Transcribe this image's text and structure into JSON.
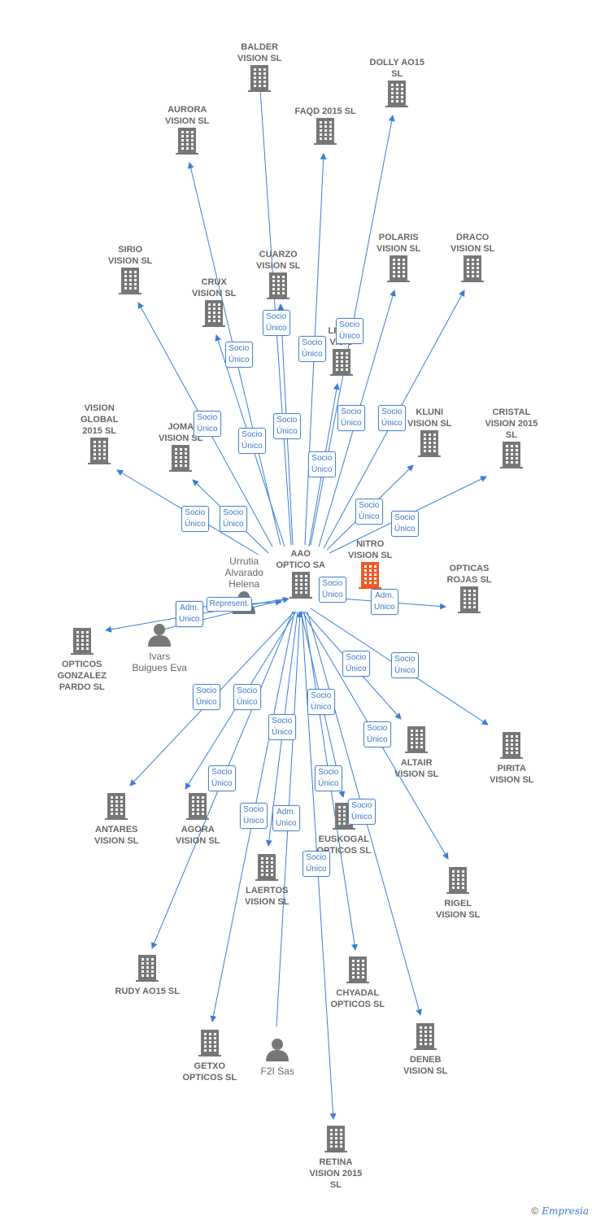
{
  "colors": {
    "edge": "#3b7ed6",
    "company": "#777777",
    "focus": "#f05a28",
    "badge_text": "#3b78c9"
  },
  "nodes": [
    {
      "id": "balder",
      "label": "BALDER\nVISION  SL",
      "type": "company"
    },
    {
      "id": "dolly",
      "label": "DOLLY AO15\nSL",
      "type": "company"
    },
    {
      "id": "aurora",
      "label": "AURORA\nVISION  SL",
      "type": "company"
    },
    {
      "id": "faqd",
      "label": "FAQD 2015  SL",
      "type": "company"
    },
    {
      "id": "sirio",
      "label": "SIRIO\nVISION  SL",
      "type": "company"
    },
    {
      "id": "cuarzo",
      "label": "CUARZO\nVISION  SL",
      "type": "company"
    },
    {
      "id": "polaris",
      "label": "POLARIS\nVISION  SL",
      "type": "company"
    },
    {
      "id": "draco",
      "label": "DRACO\nVISION  SL",
      "type": "company"
    },
    {
      "id": "crux",
      "label": "CRUX\nVISION  SL",
      "type": "company"
    },
    {
      "id": "lince",
      "label": "LINCE\nVISIO",
      "type": "company"
    },
    {
      "id": "vglobal",
      "label": "VISION\nGLOBAL\n2015  SL",
      "type": "company"
    },
    {
      "id": "joma",
      "label": "JOMA\nVISION  SL",
      "type": "company"
    },
    {
      "id": "kluni",
      "label": "KLUNI\nVISION  SL",
      "type": "company"
    },
    {
      "id": "cristal",
      "label": "CRISTAL\nVISION 2015\nSL",
      "type": "company"
    },
    {
      "id": "nitro",
      "label": "NITRO\nVISION  SL",
      "type": "focus"
    },
    {
      "id": "aao",
      "label": "AAO\nOPTICO SA",
      "type": "company"
    },
    {
      "id": "urrutia",
      "label": "Urrutia\nAlvarado\nHelena",
      "type": "person"
    },
    {
      "id": "ivars",
      "label": "Ivars\nBuigues Eva",
      "type": "person"
    },
    {
      "id": "orojas",
      "label": "OPTICAS\nROJAS  SL",
      "type": "company"
    },
    {
      "id": "ogonz",
      "label": "OPTICOS\nGONZALEZ\nPARDO  SL",
      "type": "company"
    },
    {
      "id": "altair",
      "label": "ALTAIR\nVISION  SL",
      "type": "company"
    },
    {
      "id": "pirita",
      "label": "PIRITA\nVISION  SL",
      "type": "company"
    },
    {
      "id": "antares",
      "label": "ANTARES\nVISION  SL",
      "type": "company"
    },
    {
      "id": "agora",
      "label": "AGORA\nVISION  SL",
      "type": "company"
    },
    {
      "id": "euskogal",
      "label": "EUSKOGAL\nOPTICOS  SL",
      "type": "company"
    },
    {
      "id": "laertos",
      "label": "LAERTOS\nVISION  SL",
      "type": "company"
    },
    {
      "id": "rigel",
      "label": "RIGEL\nVISION  SL",
      "type": "company"
    },
    {
      "id": "rudy",
      "label": "RUDY AO15  SL",
      "type": "company"
    },
    {
      "id": "chyadal",
      "label": "CHYADAL\nOPTICOS  SL",
      "type": "company"
    },
    {
      "id": "getxo",
      "label": "GETXO\nOPTICOS  SL",
      "type": "company"
    },
    {
      "id": "f2i",
      "label": "F2I Sas",
      "type": "person"
    },
    {
      "id": "deneb",
      "label": "DENEB\nVISION  SL",
      "type": "company"
    },
    {
      "id": "retina",
      "label": "RETINA\nVISION 2015\nSL",
      "type": "company"
    }
  ],
  "edges": [
    {
      "from": "aao",
      "to": "balder",
      "label": "Socio\nÚnico"
    },
    {
      "from": "aao",
      "to": "dolly",
      "label": "Socio\nÚnico"
    },
    {
      "from": "aao",
      "to": "aurora",
      "label": "Socio\nÚnico"
    },
    {
      "from": "aao",
      "to": "faqd",
      "label": "Socio\nÚnico"
    },
    {
      "from": "aao",
      "to": "sirio",
      "label": "Socio\nÚnico"
    },
    {
      "from": "aao",
      "to": "cuarzo",
      "label": "Socio\nÚnico"
    },
    {
      "from": "aao",
      "to": "polaris",
      "label": "Socio\nÚnico"
    },
    {
      "from": "aao",
      "to": "draco",
      "label": "Socio\nÚnico"
    },
    {
      "from": "aao",
      "to": "crux",
      "label": "Socio\nÚnico"
    },
    {
      "from": "aao",
      "to": "lince",
      "label": "Socio\nÚnico"
    },
    {
      "from": "aao",
      "to": "vglobal",
      "label": "Socio\nÚnico"
    },
    {
      "from": "aao",
      "to": "joma",
      "label": "Socio\nÚnico"
    },
    {
      "from": "aao",
      "to": "kluni",
      "label": "Socio\nÚnico"
    },
    {
      "from": "aao",
      "to": "cristal",
      "label": "Socio\nÚnico"
    },
    {
      "from": "aao",
      "to": "nitro",
      "label": "Socio\nÚnico"
    },
    {
      "from": "urrutia",
      "to": "aao",
      "label": "Represent."
    },
    {
      "from": "aao",
      "to": "orojas",
      "label": "Adm.\nUnico"
    },
    {
      "from": "aao",
      "to": "ogonz",
      "label": "Socio\nÚnico"
    },
    {
      "from": "aao",
      "to": "altair",
      "label": "Socio\nÚnico"
    },
    {
      "from": "aao",
      "to": "pirita",
      "label": "Socio\nÚnico"
    },
    {
      "from": "aao",
      "to": "antares",
      "label": "Socio\nÚnico"
    },
    {
      "from": "aao",
      "to": "agora",
      "label": "Socio\nÚnico"
    },
    {
      "from": "aao",
      "to": "euskogal",
      "label": "Socio\nÚnico"
    },
    {
      "from": "aao",
      "to": "laertos",
      "label": "Socio\nÚnico"
    },
    {
      "from": "aao",
      "to": "rigel",
      "label": "Socio\nÚnico"
    },
    {
      "from": "aao",
      "to": "rudy",
      "label": "Socio\nÚnico"
    },
    {
      "from": "aao",
      "to": "chyadal",
      "label": "Socio\nÚnico"
    },
    {
      "from": "aao",
      "to": "getxo",
      "label": "Socio\nÚnico"
    },
    {
      "from": "f2i",
      "to": "aao",
      "label": "Adm.\nUnico"
    },
    {
      "from": "aao",
      "to": "deneb",
      "label": "Socio\nÚnico"
    },
    {
      "from": "aao",
      "to": "retina",
      "label": "Socio\nÚnico"
    },
    {
      "from": "ivars",
      "to": "aao",
      "label": "Adm.\nUnico"
    }
  ],
  "footer": {
    "copyright": "©",
    "brand": "Empresia"
  }
}
